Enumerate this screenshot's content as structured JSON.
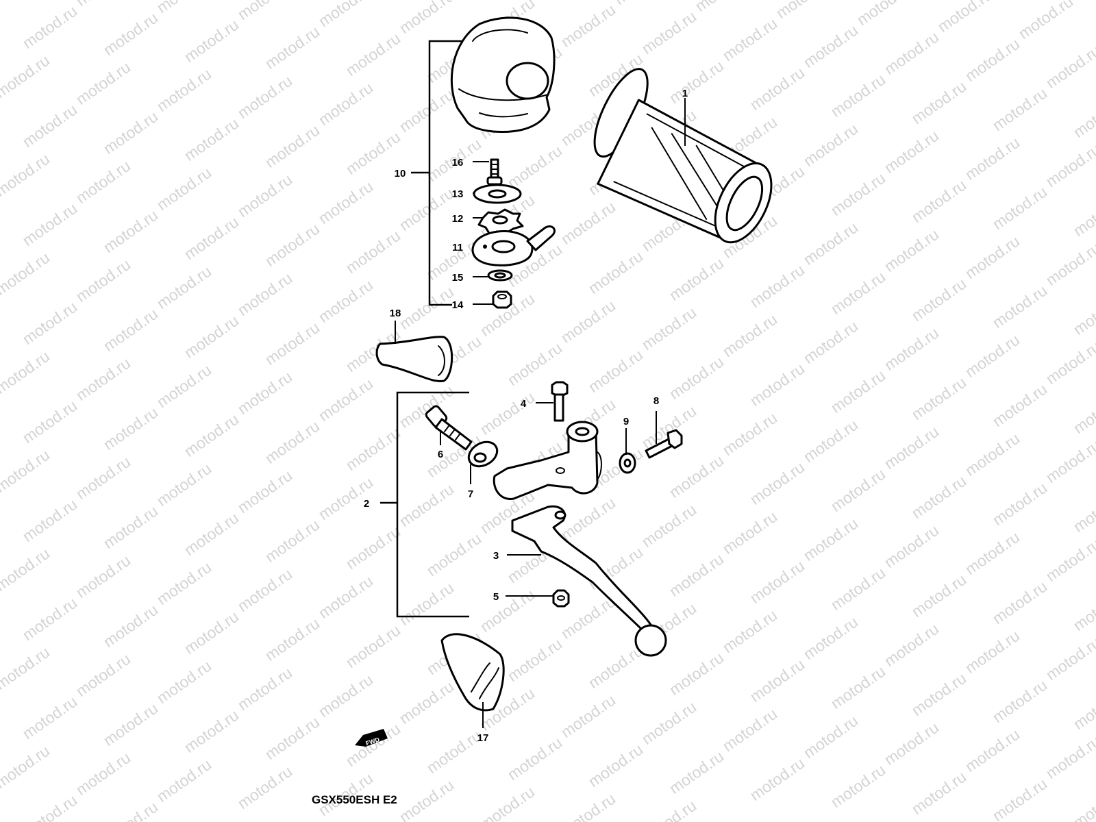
{
  "watermark": "motod.ru",
  "model": "GSX550ESH E2",
  "arrow_label": "FWD",
  "callouts": {
    "p1": "1",
    "p2": "2",
    "p3": "3",
    "p4": "4",
    "p5": "5",
    "p6": "6",
    "p7": "7",
    "p8": "8",
    "p9": "9",
    "p10": "10",
    "p11": "11",
    "p12": "12",
    "p13": "13",
    "p14": "14",
    "p15": "15",
    "p16": "16",
    "p17": "17",
    "p18": "18"
  }
}
